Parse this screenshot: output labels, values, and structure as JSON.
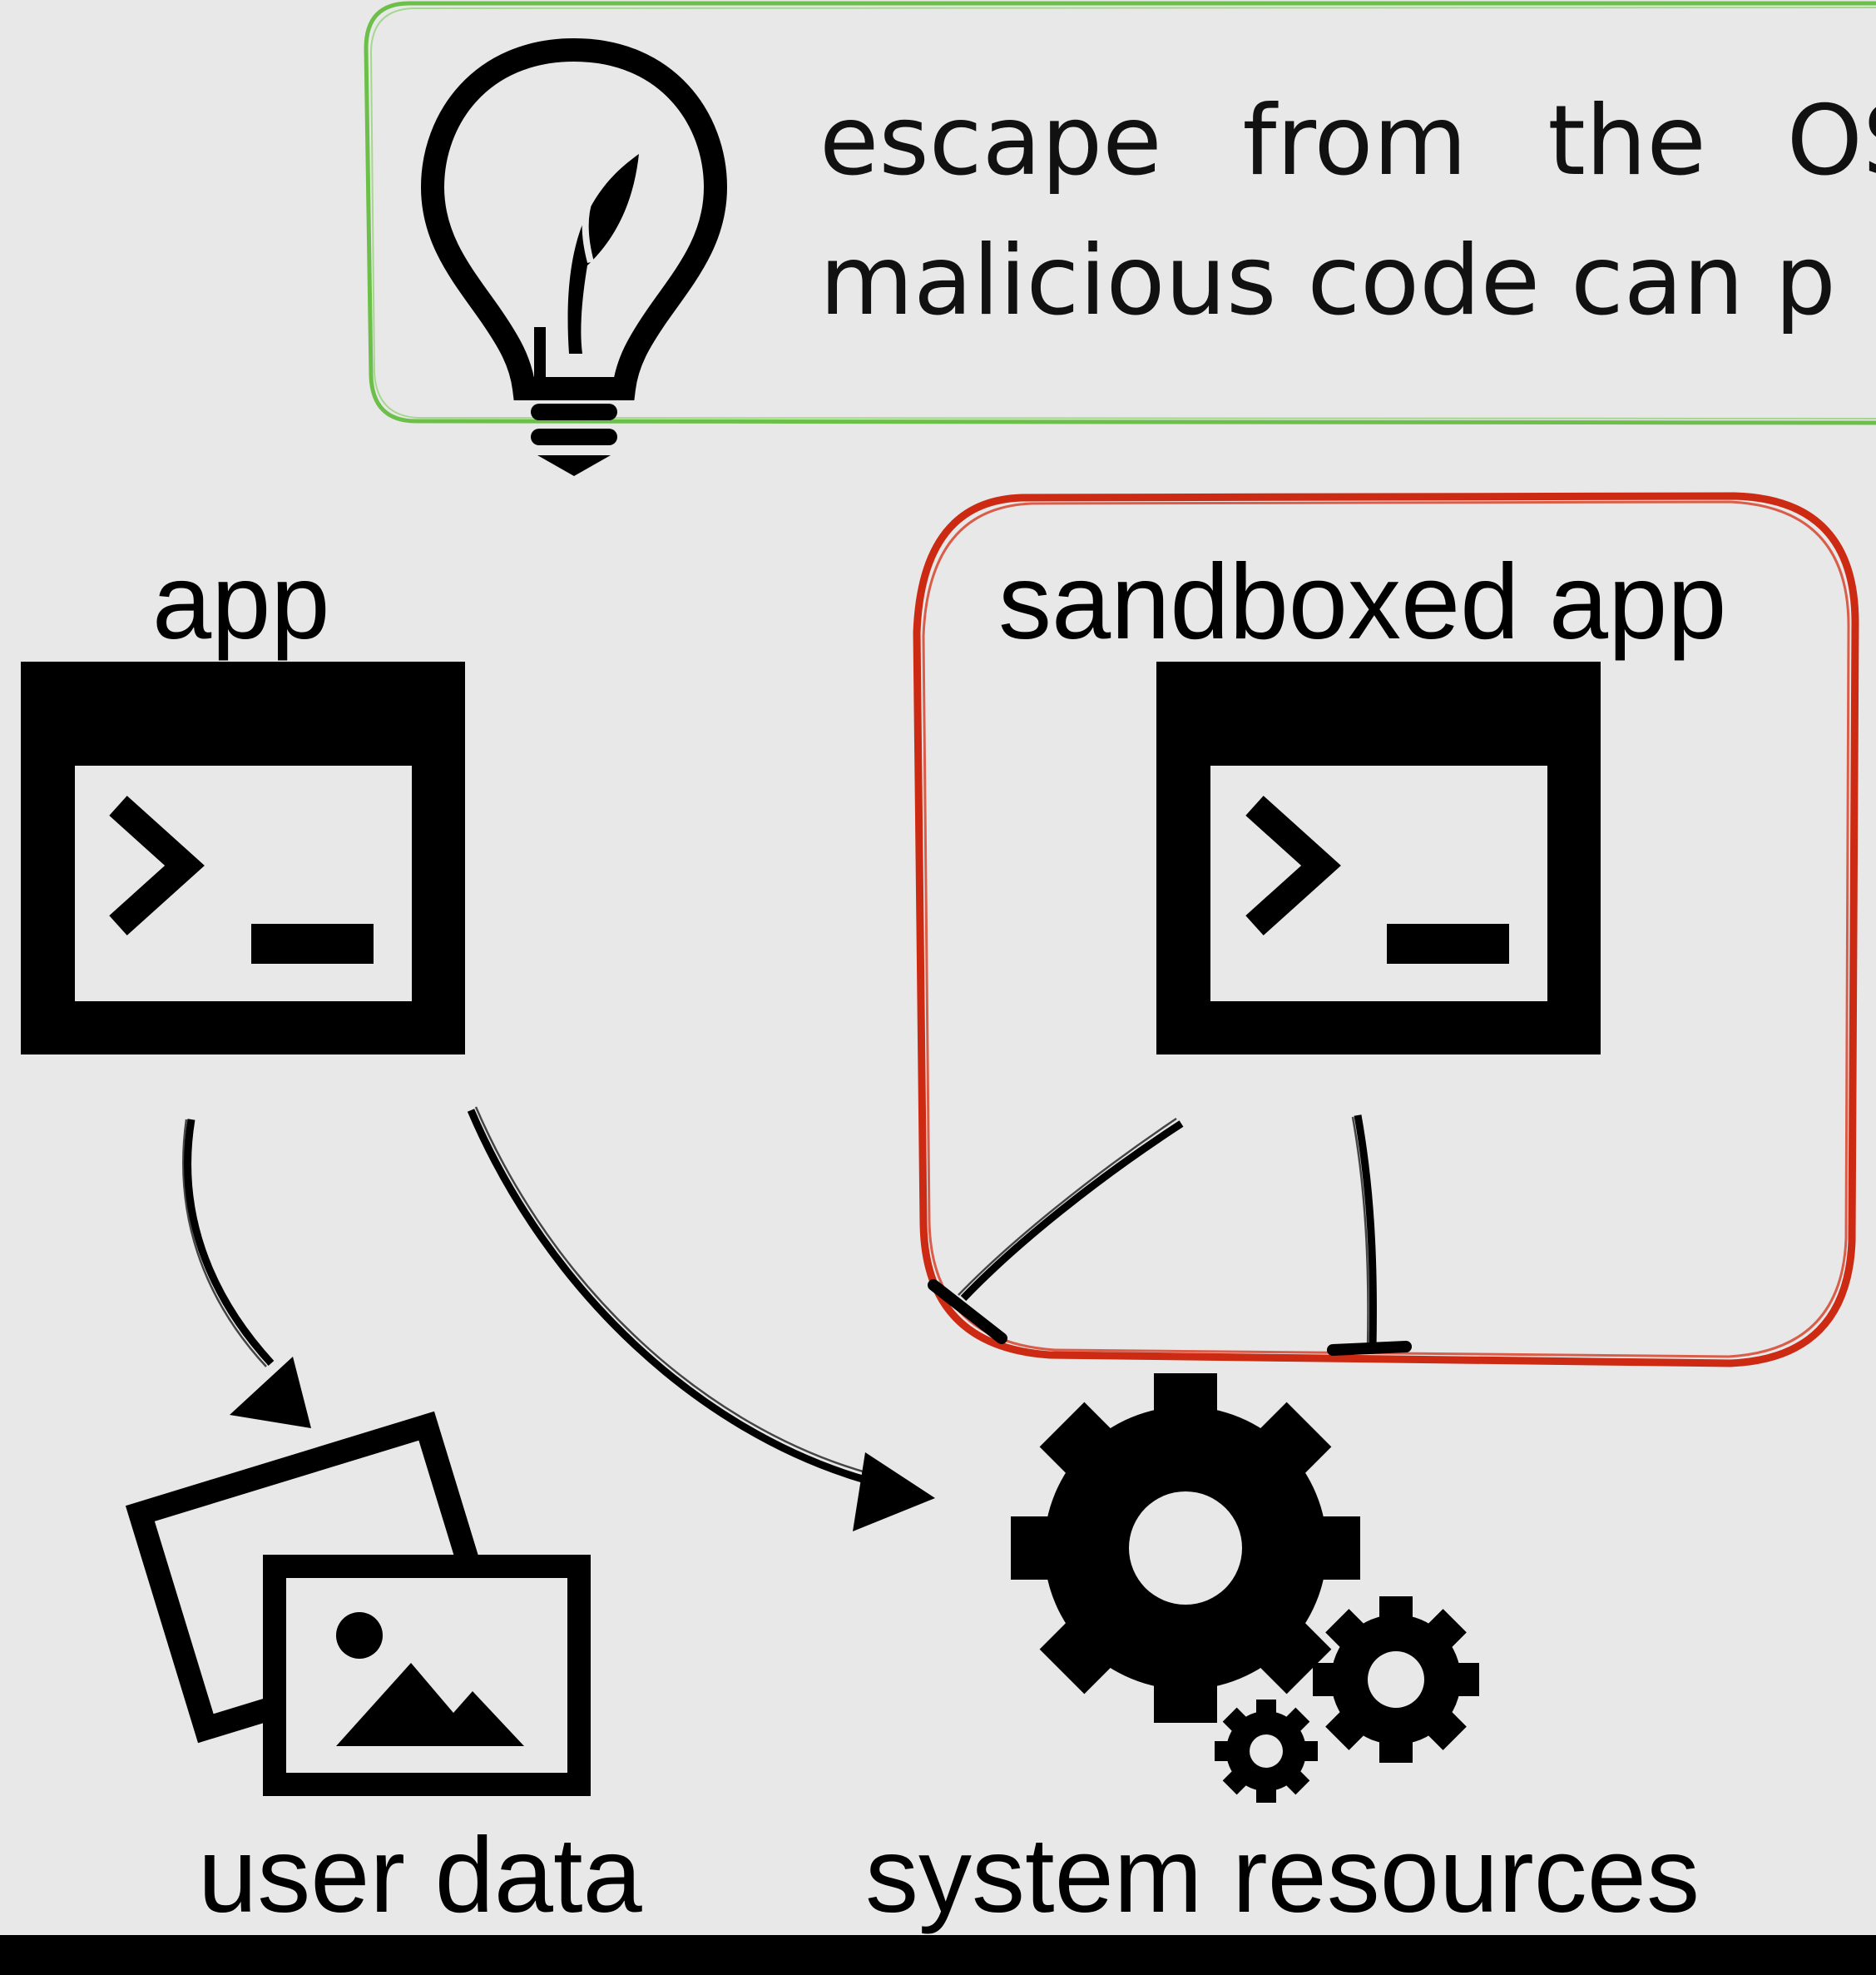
{
  "hint": {
    "line1": "escape from the OS",
    "line2": "malicious code can p"
  },
  "labels": {
    "app": "app",
    "sandboxed_app": "sandboxed app",
    "user_data": "user data",
    "system_resources": "system resources"
  },
  "icons": {
    "hint": "lightbulb-leaf-icon",
    "app": "terminal-window-icon",
    "sandboxed_app": "terminal-window-icon",
    "user_data": "images-icon",
    "system_resources": "gears-icon"
  },
  "colors": {
    "background": "#e8e8e8",
    "hint_border": "#6cc04a",
    "sandbox_border": "#cc2a12",
    "ink": "#000000"
  }
}
